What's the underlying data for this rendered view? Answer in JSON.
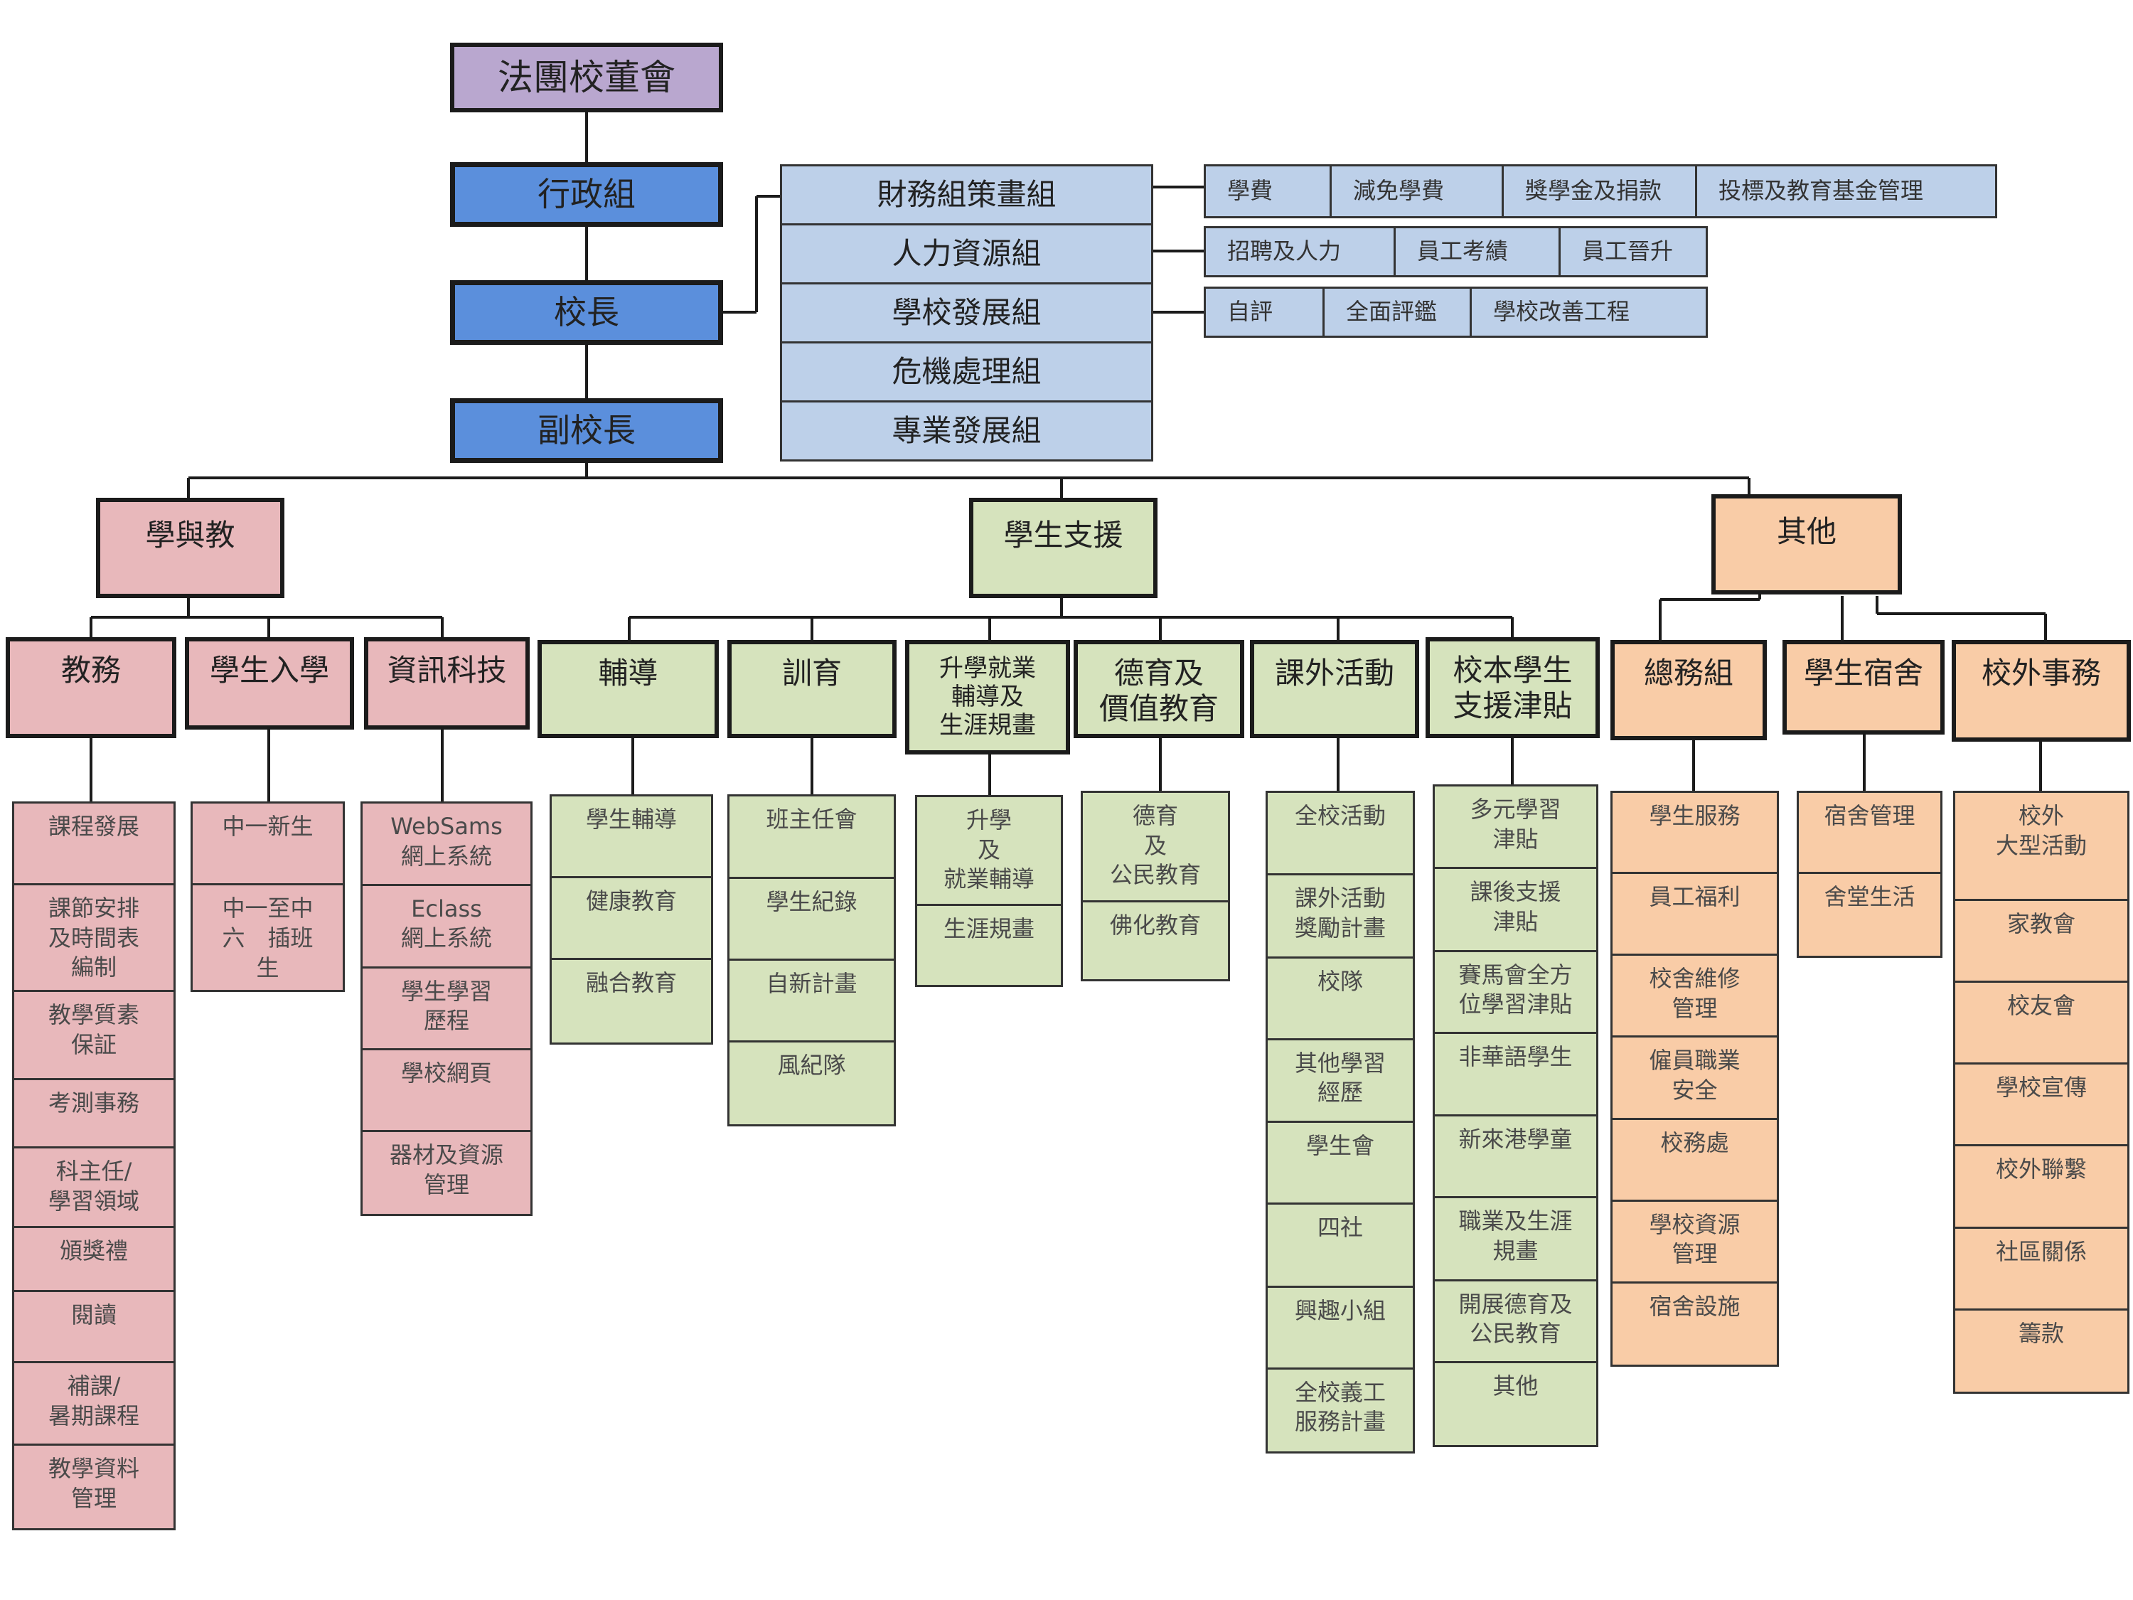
{
  "board": "法團校董會",
  "admin_group": "行政組",
  "principal": "校長",
  "vice_principal": "副校長",
  "teams": [
    "財務組策畫組",
    "人力資源組",
    "學校發展組",
    "危機處理組",
    "專業發展組"
  ],
  "team_rows": [
    [
      "學費",
      "減免學費",
      "獎學金及捐款",
      "投標及教育基金管理"
    ],
    [
      "招聘及人力",
      "員工考績",
      "員工晉升"
    ],
    [
      "自評",
      "全面評鑑",
      "學校改善工程"
    ]
  ],
  "divisions": [
    "學與教",
    "學生支援",
    "其他"
  ],
  "departments": [
    {
      "name": "教務",
      "items": [
        "課程發展",
        "課節安排\n及時間表\n編制",
        "教學質素\n保証",
        "考測事務",
        "科主任/\n學習領域",
        "頒獎禮",
        "閱讀",
        "補課/\n暑期課程",
        "教學資料\n管理"
      ]
    },
    {
      "name": "學生入學",
      "items": [
        "中一新生",
        "中一至中\n六　插班\n生"
      ]
    },
    {
      "name": "資訊科技",
      "items": [
        "WebSams\n網上系統",
        "Eclass\n網上系統",
        "學生學習\n歷程",
        "學校網頁",
        "器材及資源\n管理"
      ]
    },
    {
      "name": "輔導",
      "items": [
        "學生輔導",
        "健康教育",
        "融合教育"
      ]
    },
    {
      "name": "訓育",
      "items": [
        "班主任會",
        "學生紀錄",
        "自新計畫",
        "風紀隊"
      ]
    },
    {
      "name": "升學就業\n輔導及\n生涯規畫",
      "items": [
        "升學\n及\n就業輔導",
        "生涯規畫"
      ]
    },
    {
      "name": "德育及\n價值教育",
      "items": [
        "德育\n及\n公民教育",
        "佛化教育"
      ]
    },
    {
      "name": "課外活動",
      "items": [
        "全校活動",
        "課外活動\n獎勵計畫",
        "校隊",
        "其他學習\n經歷",
        "學生會",
        "四社",
        "興趣小組",
        "全校義工\n服務計畫"
      ]
    },
    {
      "name": "校本學生\n支援津貼",
      "items": [
        "多元學習\n津貼",
        "課後支援\n津貼",
        "賽馬會全方\n位學習津貼",
        "非華語學生",
        "新來港學童",
        "職業及生涯\n規畫",
        "開展德育及\n公民教育",
        "其他"
      ]
    },
    {
      "name": "總務組",
      "items": [
        "學生服務",
        "員工福利",
        "校舍維修\n管理",
        "僱員職業\n安全",
        "校務處",
        "學校資源\n管理",
        "宿舍設施"
      ]
    },
    {
      "name": "學生宿舍",
      "items": [
        "宿舍管理",
        "舍堂生活"
      ]
    },
    {
      "name": "校外事務",
      "items": [
        "校外\n大型活動",
        "家教會",
        "校友會",
        "學校宣傳",
        "校外聯繫",
        "社區關係",
        "籌款"
      ]
    }
  ]
}
